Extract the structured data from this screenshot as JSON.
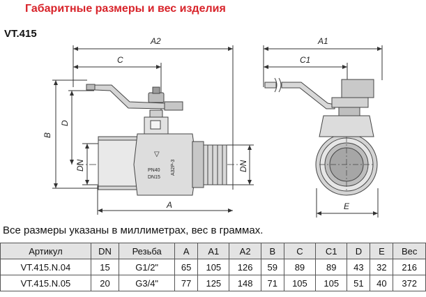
{
  "heading": "Габаритные размеры и вес изделия",
  "model": "VT.415",
  "dims": {
    "a2": "A2",
    "c": "C",
    "d": "D",
    "b": "B",
    "dn_left": "DN",
    "dn_right": "DN",
    "a": "A",
    "a1": "A1",
    "c1": "C1",
    "e": "E"
  },
  "body_marks": {
    "pn": "PN40",
    "dn": "DN15",
    "model_tag": "A32P-3"
  },
  "note": "Все размеры указаны в миллиметрах, вес в граммах.",
  "table": {
    "headers": [
      "Артикул",
      "DN",
      "Резьба",
      "A",
      "A1",
      "A2",
      "B",
      "C",
      "C1",
      "D",
      "E",
      "Вес"
    ],
    "rows": [
      [
        "VT.415.N.04",
        "15",
        "G1/2\"",
        "65",
        "105",
        "126",
        "59",
        "89",
        "89",
        "43",
        "32",
        "216"
      ],
      [
        "VT.415.N.05",
        "20",
        "G3/4\"",
        "77",
        "125",
        "148",
        "71",
        "105",
        "105",
        "51",
        "40",
        "372"
      ]
    ]
  }
}
